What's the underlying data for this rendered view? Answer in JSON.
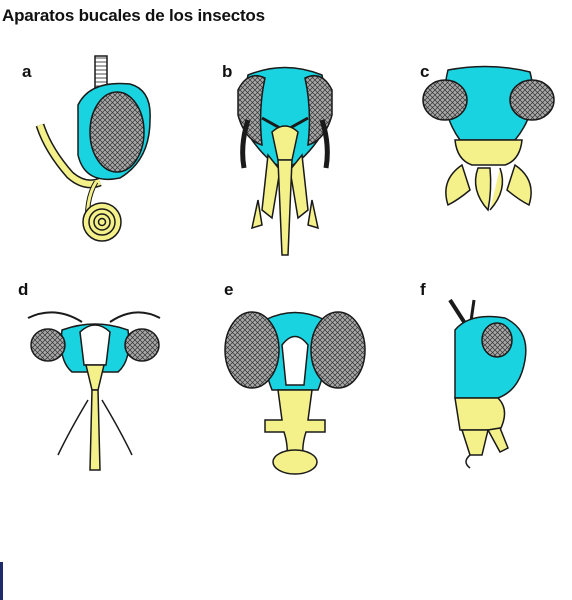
{
  "title": "Aparatos bucales de los insectos",
  "panels": [
    {
      "label": "a"
    },
    {
      "label": "b"
    },
    {
      "label": "c"
    },
    {
      "label": "d"
    },
    {
      "label": "e"
    },
    {
      "label": "f"
    }
  ],
  "colors": {
    "head": "#1ad3e0",
    "mouthparts": "#f4f08a",
    "eye": "#9a9a9a",
    "outline": "#1a1a1a"
  }
}
